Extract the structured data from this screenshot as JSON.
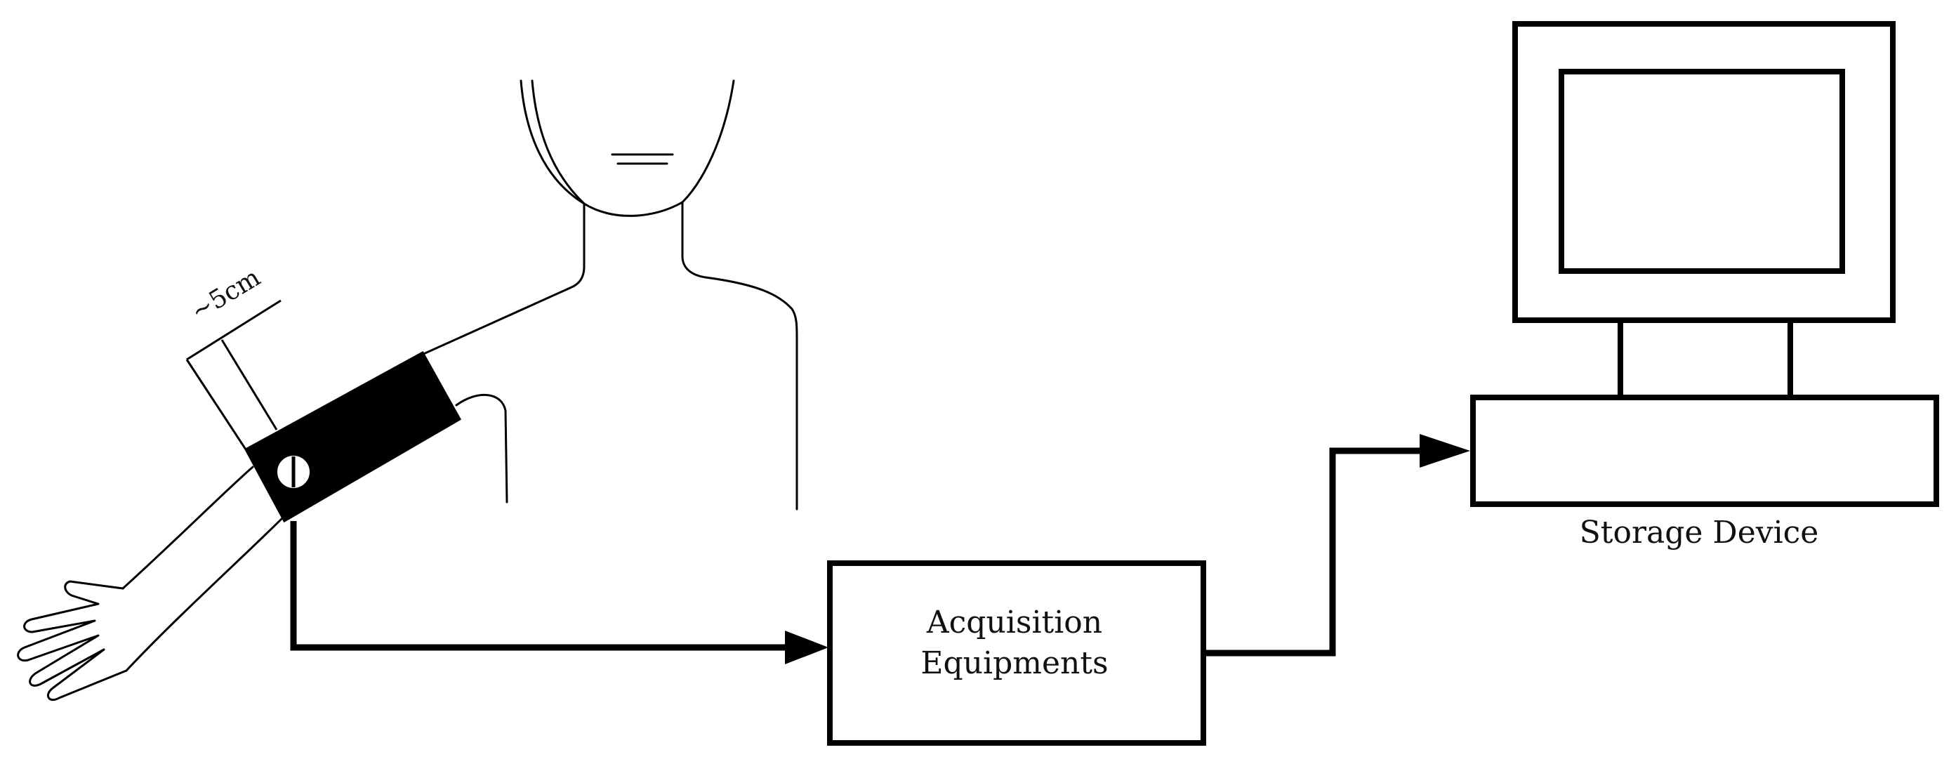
{
  "diagram": {
    "nodes": {
      "acquisition": {
        "line1": "Acquisition",
        "line2": "Equipments"
      },
      "storage": {
        "label": "Storage Device"
      }
    },
    "annotations": {
      "sensor_distance": "~5cm"
    },
    "edges": [
      {
        "from": "arm-sensor",
        "to": "acquisition"
      },
      {
        "from": "acquisition",
        "to": "storage"
      }
    ],
    "colors": {
      "stroke": "#000000",
      "background": "#ffffff"
    }
  }
}
